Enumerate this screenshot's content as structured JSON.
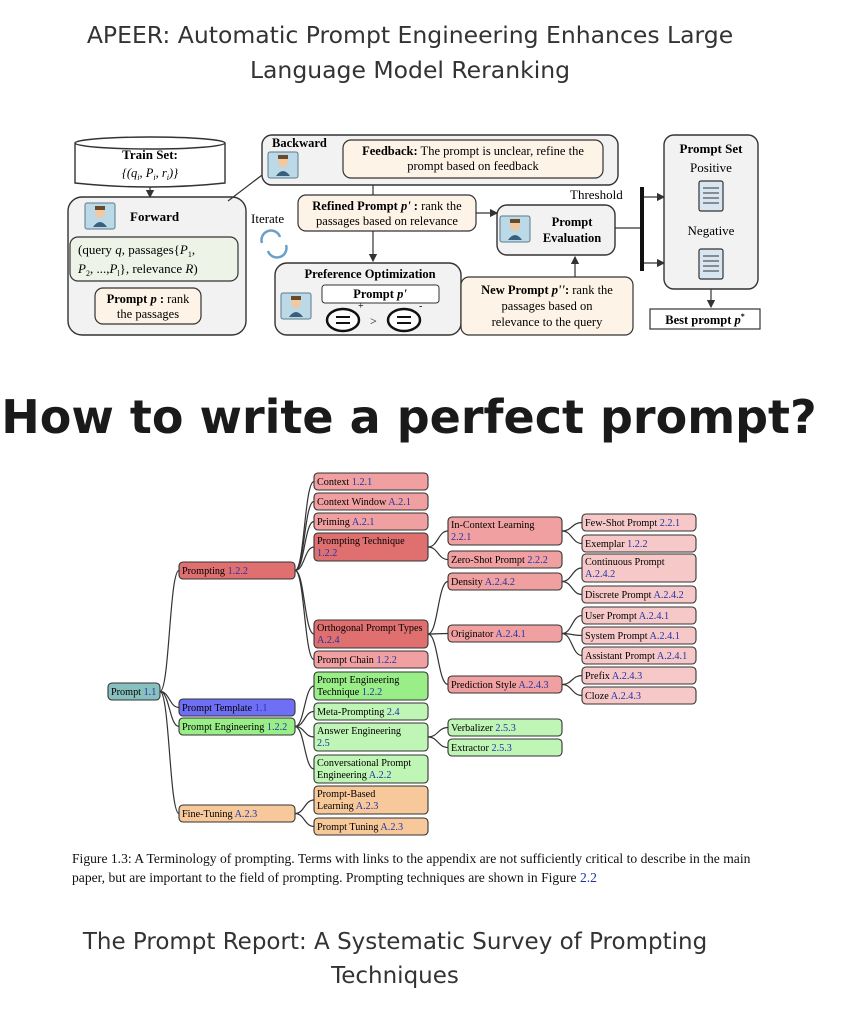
{
  "top_caption": "APEER: Automatic Prompt Engineering Enhances Large Language Model Reranking",
  "apeer": {
    "train_set": {
      "title": "Train Set:",
      "formula": "{(q",
      "formula_i1": "i",
      "formula_mid1": ", P",
      "formula_i2": "i",
      "formula_mid2": ", r",
      "formula_i3": "i",
      "formula_end": ")}"
    },
    "forward_label": "Forward",
    "query_text": {
      "l1a": "(query ",
      "l1b": "q",
      "l1c": ", passages{",
      "l1d": "P",
      "l1e": "1",
      "l1f": ",",
      "l2a": "P",
      "l2b": "2",
      "l2c": ", ...,",
      "l2d": "P",
      "l2e": "l",
      "l2f": "}, relevance ",
      "l2g": "R",
      "l2h": ")"
    },
    "prompt_p": {
      "bold": "Prompt ",
      "italic": "p",
      "bold2": " :",
      "rest1": " rank",
      "rest2": "the passages"
    },
    "backward_label": "Backward",
    "feedback": {
      "bold": "Feedback:",
      "line1": " The prompt is unclear, refine the",
      "line2": "prompt based on feedback"
    },
    "iterate_label": "Iterate",
    "refined": {
      "bold": "Refined Prompt ",
      "italic": "p'",
      "bold2": " :",
      "line1": " rank the",
      "line2": "passages based on relevance"
    },
    "threshold_label": "Threshold",
    "evaluation": {
      "line1": "Prompt",
      "line2": "Evaluation"
    },
    "prompt_set": {
      "title": "Prompt Set",
      "positive": "Positive",
      "negative": "Negative"
    },
    "best_prompt": {
      "bold": "Best prompt ",
      "italic": "p",
      "sup": "*"
    },
    "pref_opt": {
      "title": "Preference Optimization",
      "prompt_label": "Prompt ",
      "prompt_italic": "p'",
      "plus": "+",
      "minus": "-",
      "gt": ">"
    },
    "new_prompt": {
      "bold": "New Prompt ",
      "italic": "p''",
      "bold2": ":",
      "line1": " rank the",
      "line2": "passages based on",
      "line3": "relevance to the query"
    }
  },
  "heading": "How to write a perfect prompt?",
  "taxonomy": {
    "root": {
      "label": "Prompt",
      "ref": "1.1"
    },
    "l1": [
      {
        "label": "Prompting",
        "ref": "1.2.2"
      },
      {
        "label": "Prompt Template",
        "ref": "1.1"
      },
      {
        "label": "Prompt Engineering",
        "ref": "1.2.2"
      },
      {
        "label": "Fine-Tuning",
        "ref": "A.2.3"
      }
    ],
    "prompting_children": [
      {
        "label": "Context",
        "ref": "1.2.1"
      },
      {
        "label": "Context Window",
        "ref": "A.2.1"
      },
      {
        "label": "Priming",
        "ref": "A.2.1"
      },
      {
        "label": "Prompting Technique",
        "ref": "1.2.2"
      },
      {
        "label": "Orthogonal Prompt Types",
        "ref": "A.2.4"
      },
      {
        "label": "Prompt Chain",
        "ref": "1.2.2"
      }
    ],
    "technique_children": [
      {
        "label": "In-Context Learning",
        "ref": "2.2.1"
      },
      {
        "label": "Zero-Shot Prompt",
        "ref": "2.2.2"
      }
    ],
    "icl_children": [
      {
        "label": "Few-Shot Prompt",
        "ref": "2.2.1"
      },
      {
        "label": "Exemplar",
        "ref": "1.2.2"
      }
    ],
    "orthogonal_children": [
      {
        "label": "Density",
        "ref": "A.2.4.2"
      },
      {
        "label": "Originator",
        "ref": "A.2.4.1"
      },
      {
        "label": "Prediction Style",
        "ref": "A.2.4.3"
      }
    ],
    "density_children": [
      {
        "label": "Continuous Prompt",
        "ref": "A.2.4.2"
      },
      {
        "label": "Discrete Prompt",
        "ref": "A.2.4.2"
      }
    ],
    "originator_children": [
      {
        "label": "User Prompt",
        "ref": "A.2.4.1"
      },
      {
        "label": "System Prompt",
        "ref": "A.2.4.1"
      },
      {
        "label": "Assistant Prompt",
        "ref": "A.2.4.1"
      }
    ],
    "prediction_children": [
      {
        "label": "Prefix",
        "ref": "A.2.4.3"
      },
      {
        "label": "Cloze",
        "ref": "A.2.4.3"
      }
    ],
    "engineering_children": [
      {
        "label": "Prompt Engineering Technique",
        "ref": "1.2.2"
      },
      {
        "label": "Meta-Prompting",
        "ref": "2.4"
      },
      {
        "label": "Answer Engineering",
        "ref": "2.5"
      },
      {
        "label": "Conversational Prompt Engineering",
        "ref": "A.2.2"
      }
    ],
    "answer_children": [
      {
        "label": "Verbalizer",
        "ref": "2.5.3"
      },
      {
        "label": "Extractor",
        "ref": "2.5.3"
      }
    ],
    "finetuning_children": [
      {
        "label": "Prompt-Based Learning",
        "ref": "A.2.3"
      },
      {
        "label": "Prompt Tuning",
        "ref": "A.2.3"
      }
    ]
  },
  "figure_caption": {
    "text": "Figure 1.3: A Terminology of prompting. Terms with links to the appendix are not sufficiently critical to describe in the main paper, but are important to the field of prompting. Prompting techniques are shown in Figure ",
    "link": "2.2"
  },
  "bottom_caption": "The Prompt Report: A Systematic Survey of Prompting Techniques",
  "colors": {
    "red_fill": "#f0a0a0",
    "red_dark": "#e07070",
    "red_light": "#f6c8c8",
    "green_fill": "#bff5b5",
    "green_dark": "#99ee88",
    "orange_fill": "#f7c99a",
    "blue_fill": "#6f6ff5",
    "teal_fill": "#88c0c0",
    "link": "#2233aa",
    "box_fill": "#fdf3e6"
  }
}
